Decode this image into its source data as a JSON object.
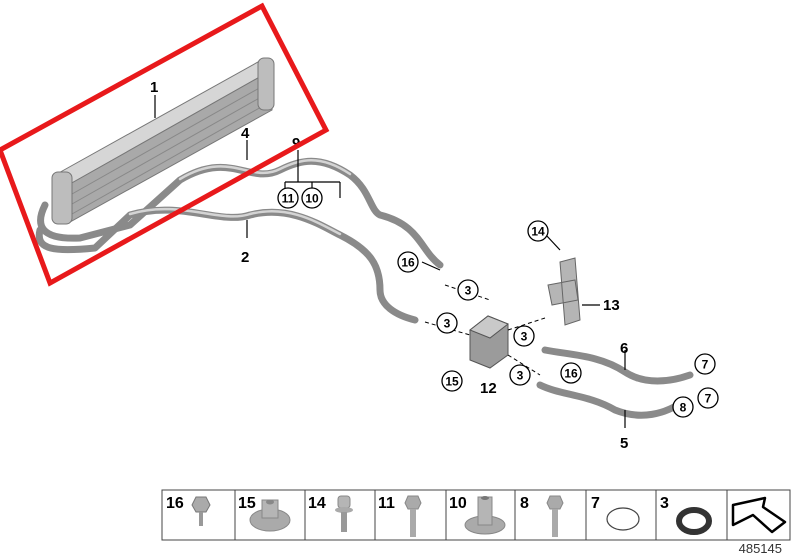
{
  "diagram": {
    "number": "485145",
    "highlight_color": "#e8191b",
    "callouts": {
      "c1": "1",
      "c2": "2",
      "c3a": "3",
      "c3b": "3",
      "c3c": "3",
      "c3d": "3",
      "c4": "4",
      "c5": "5",
      "c6": "6",
      "c7a": "7",
      "c7b": "7",
      "c8": "8",
      "c9": "9",
      "c10": "10",
      "c11": "11",
      "c12": "12",
      "c13": "13",
      "c14": "14",
      "c15": "15",
      "c16a": "16",
      "c16b": "16"
    }
  },
  "legend": [
    {
      "number": "16",
      "part": "hex-screw-icon"
    },
    {
      "number": "15",
      "part": "flange-nut-icon"
    },
    {
      "number": "14",
      "part": "torx-screw-icon"
    },
    {
      "number": "11",
      "part": "hex-bolt-icon"
    },
    {
      "number": "10",
      "part": "spacer-sleeve-icon"
    },
    {
      "number": "8",
      "part": "hex-bolt-icon"
    },
    {
      "number": "7",
      "part": "o-ring-icon"
    },
    {
      "number": "3",
      "part": "sealing-ring-icon"
    },
    {
      "number": "",
      "part": "arrow-icon"
    }
  ]
}
